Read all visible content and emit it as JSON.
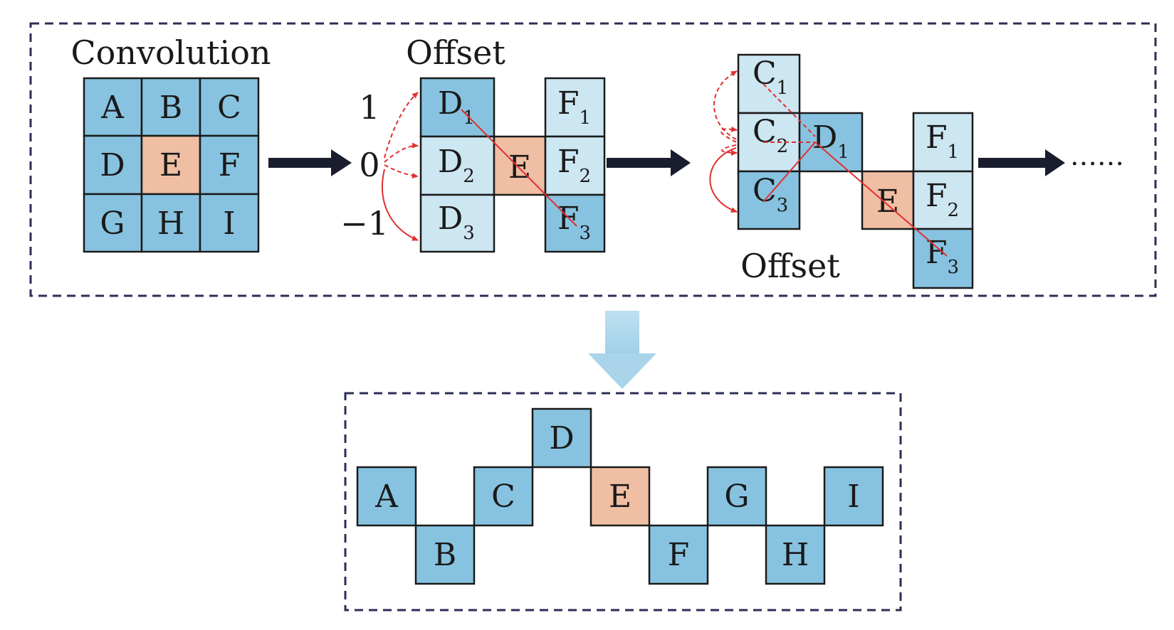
{
  "colors": {
    "cell_blue": "#87c3e0",
    "cell_light": "#cce6f2",
    "cell_center": "#f0bea3",
    "frame": "#2b2f55",
    "arrow_dark": "#1a1d2e",
    "arrow_red": "#e03030",
    "arrow_down": "#a9d4ea"
  },
  "top_panel": {
    "conv_title": "Convolution",
    "offset_title_1": "Offset",
    "offset_title_2": "Offset",
    "conv_cells": [
      "A",
      "B",
      "C",
      "D",
      "E",
      "F",
      "G",
      "H",
      "I"
    ],
    "offset_values": [
      "1",
      "0",
      "−1"
    ],
    "stage2_d_cells": [
      {
        "base": "D",
        "sub": "1"
      },
      {
        "base": "D",
        "sub": "2"
      },
      {
        "base": "D",
        "sub": "3"
      }
    ],
    "stage2_e_cell": "E",
    "stage2_f_cells": [
      {
        "base": "F",
        "sub": "1"
      },
      {
        "base": "F",
        "sub": "2"
      },
      {
        "base": "F",
        "sub": "3"
      }
    ],
    "stage3_c_cells": [
      {
        "base": "C",
        "sub": "1"
      },
      {
        "base": "C",
        "sub": "2"
      },
      {
        "base": "C",
        "sub": "3"
      }
    ],
    "stage3_d_cell": {
      "base": "D",
      "sub": "1"
    },
    "stage3_e_cell": "E",
    "stage3_f_cells": [
      {
        "base": "F",
        "sub": "1"
      },
      {
        "base": "F",
        "sub": "2"
      },
      {
        "base": "F",
        "sub": "3"
      }
    ],
    "ellipsis": "……"
  },
  "bottom_panel": {
    "cells": [
      "A",
      "B",
      "C",
      "D",
      "E",
      "F",
      "G",
      "H",
      "I"
    ]
  }
}
